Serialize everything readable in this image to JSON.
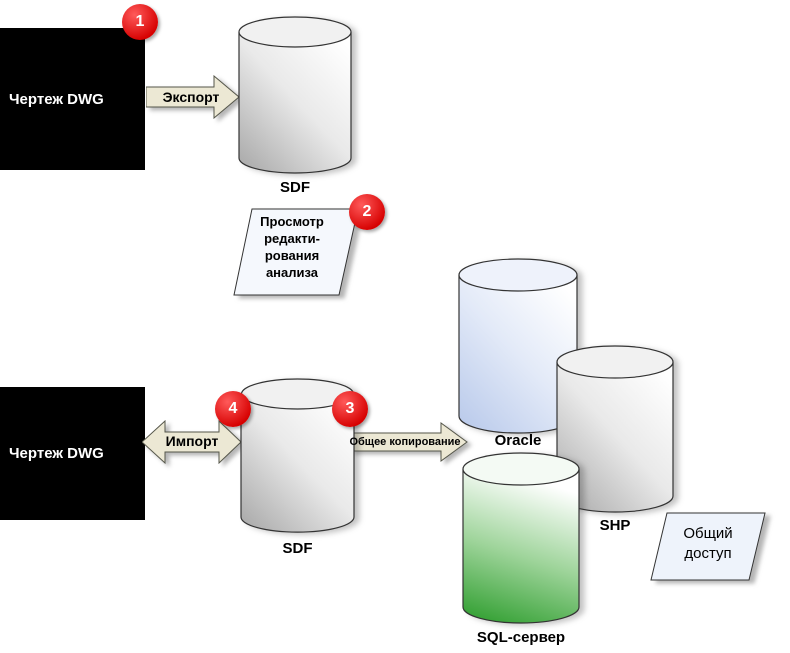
{
  "colors": {
    "badge_red": "#d60000",
    "arrow_fill": "#ece8d4",
    "oracle_tint": "#bcccec",
    "sql_green": "#2f9e2f",
    "parallelogram_fill": "#f5f8fd",
    "box_black": "#000000"
  },
  "nodes": {
    "dwg_top": {
      "label": "Чертеж DWG"
    },
    "sdf_top": {
      "label": "SDF"
    },
    "view": {
      "label": "Просмотр\nредакти-\nрования\nанализа"
    },
    "dwg_bottom": {
      "label": "Чертеж DWG"
    },
    "sdf_bottom": {
      "label": "SDF"
    },
    "oracle": {
      "label": "Oracle"
    },
    "shp": {
      "label": "SHP"
    },
    "sql": {
      "label": "SQL-сервер"
    },
    "share": {
      "label": "Общий\nдоступ"
    }
  },
  "arrows": {
    "export": {
      "label": "Экспорт"
    },
    "import": {
      "label": "Импорт"
    },
    "copy": {
      "label": "Общее копирование"
    }
  },
  "badges": {
    "b1": "1",
    "b2": "2",
    "b3": "3",
    "b4": "4"
  }
}
